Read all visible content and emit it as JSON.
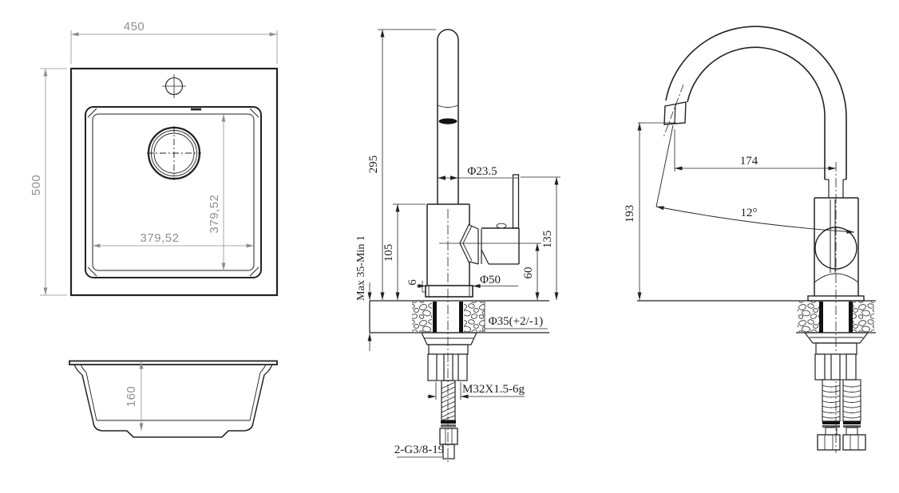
{
  "title": "sink-and-faucet-technical-drawing",
  "labels": {
    "sink_top": {
      "width": "450",
      "height": "500",
      "inner_width": "379,52",
      "inner_depth": "379,52"
    },
    "sink_side": {
      "depth": "160"
    },
    "faucet_front": {
      "total_height": "295",
      "body_height": "105",
      "mount_range": "Max 35-Min 1",
      "spout_diameter": "Φ23.5",
      "flange_height": "6",
      "flange_diameter": "Φ50",
      "lever_height": "135",
      "outlet_center_height": "60",
      "hole_diameter": "Φ35(+2/-1)",
      "mount_thread": "M32X1.5-6g",
      "hose_thread": "2-G3/8-19"
    },
    "faucet_side": {
      "reach": "174",
      "outlet_height": "193",
      "spout_angle": "12°"
    }
  },
  "colors": {
    "line": "#222222",
    "sink_dimension": "#8f8f8f",
    "background": "#ffffff"
  }
}
